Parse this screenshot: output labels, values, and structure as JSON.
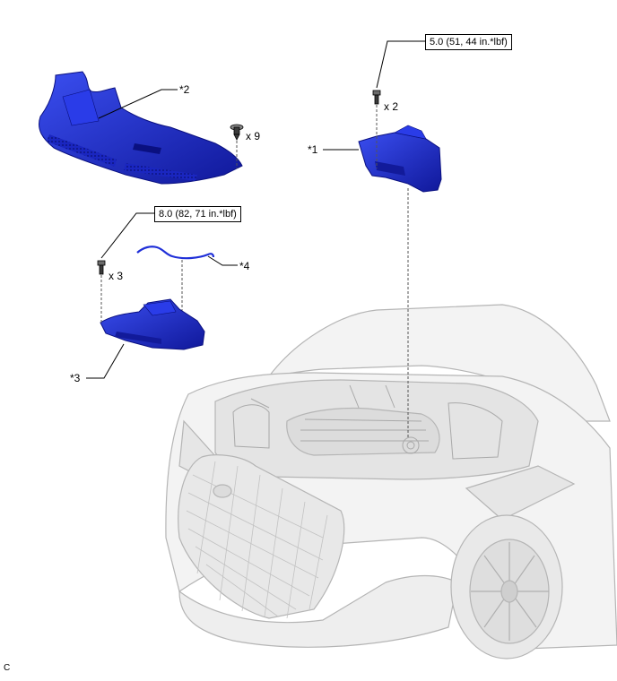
{
  "torque_boxes": {
    "upper": "5.0 (51, 44 in.*lbf)",
    "lower": "8.0 (82, 71 in.*lbf)"
  },
  "callouts": {
    "part1": "*1",
    "part2": "*2",
    "part3": "*3",
    "part4": "*4"
  },
  "quantities": {
    "clips": "x 9",
    "bolts_part1": "x 2",
    "bolts_part3": "x 3"
  },
  "corner_code": "C",
  "colors": {
    "part_blue": "#1f2fd8",
    "part_blue_dark": "#10189a",
    "car_line": "#b8b8b8",
    "car_fill": "#f2f2f2"
  }
}
